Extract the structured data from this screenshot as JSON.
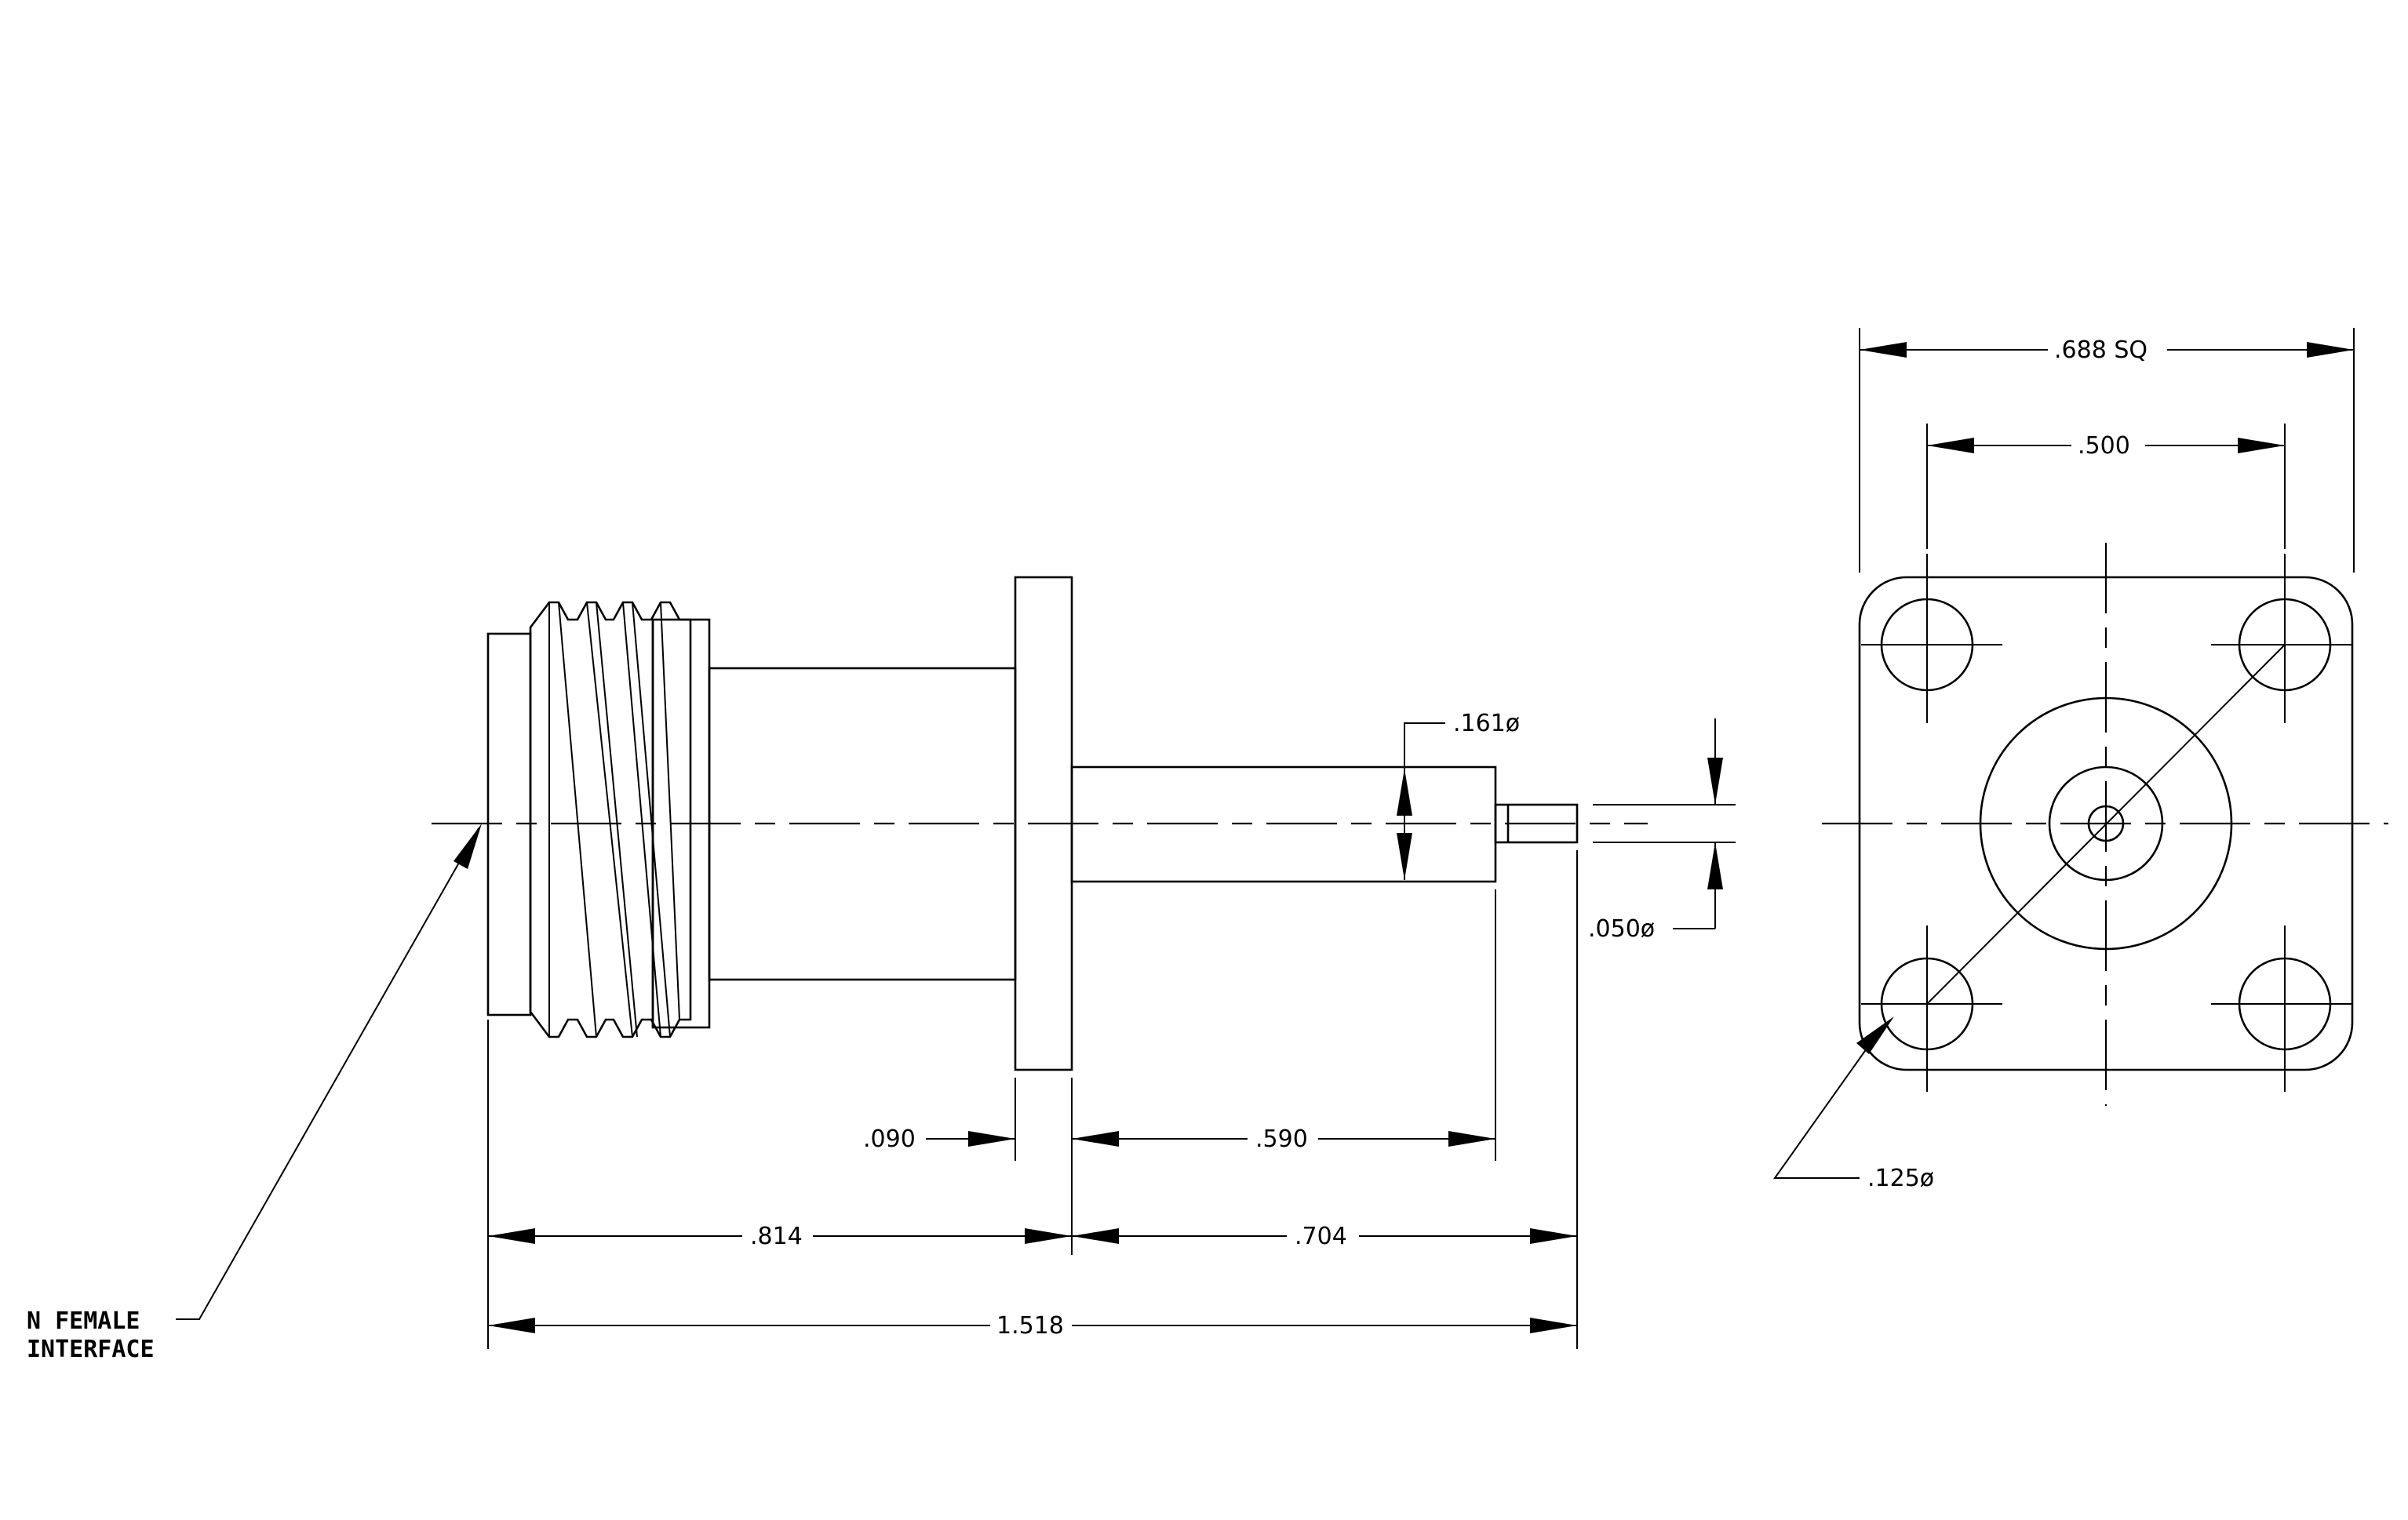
{
  "dimensions": {
    "square_size": ".688 SQ",
    "hole_spacing": ".500",
    "pin_dia_large": ".161ø",
    "pin_dia_small": ".050ø",
    "flange_thickness": ".090",
    "pin_length": ".590",
    "body_length": ".814",
    "rear_length": ".704",
    "overall_length": "1.518",
    "hole_dia": ".125ø"
  },
  "callout": {
    "line1": "N FEMALE",
    "line2": "INTERFACE"
  }
}
